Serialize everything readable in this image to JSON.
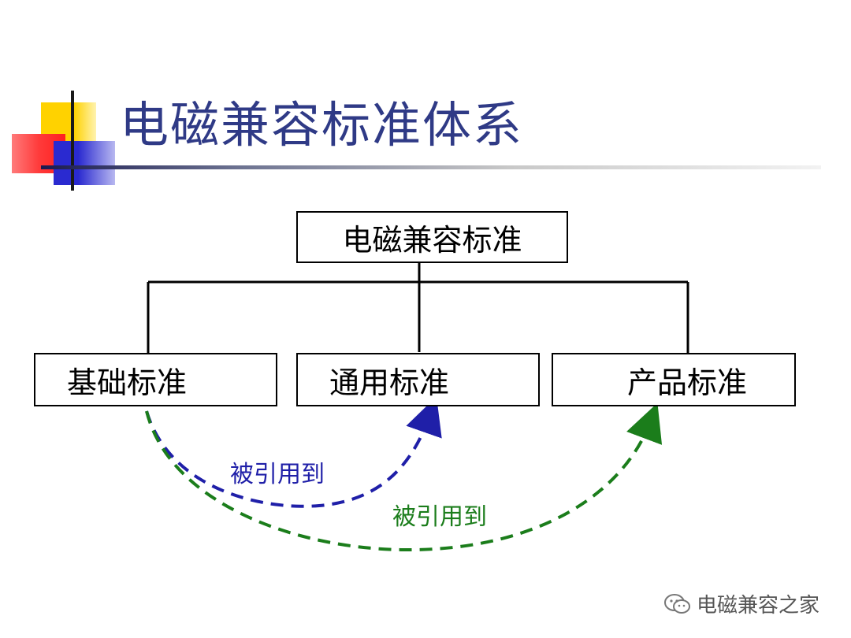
{
  "slide": {
    "title": "电磁兼容标准体系"
  },
  "diagram": {
    "root": {
      "label": "电磁兼容标准"
    },
    "children": [
      {
        "label": "基础标准"
      },
      {
        "label": "通用标准"
      },
      {
        "label": "产品标准"
      }
    ],
    "arcs": [
      {
        "label": "被引用到",
        "color": "#1f1fa8",
        "from": "基础标准",
        "to": "通用标准"
      },
      {
        "label": "被引用到",
        "color": "#1b7d1b",
        "from": "基础标准",
        "to": "产品标准"
      }
    ]
  },
  "colors": {
    "title": "#2f3a86",
    "deco_yellow": "#ffd200",
    "deco_red": "#ff3b3b",
    "deco_blue": "#2a2ad0"
  },
  "watermark": {
    "icon": "wechat-icon",
    "text": "电磁兼容之家"
  }
}
